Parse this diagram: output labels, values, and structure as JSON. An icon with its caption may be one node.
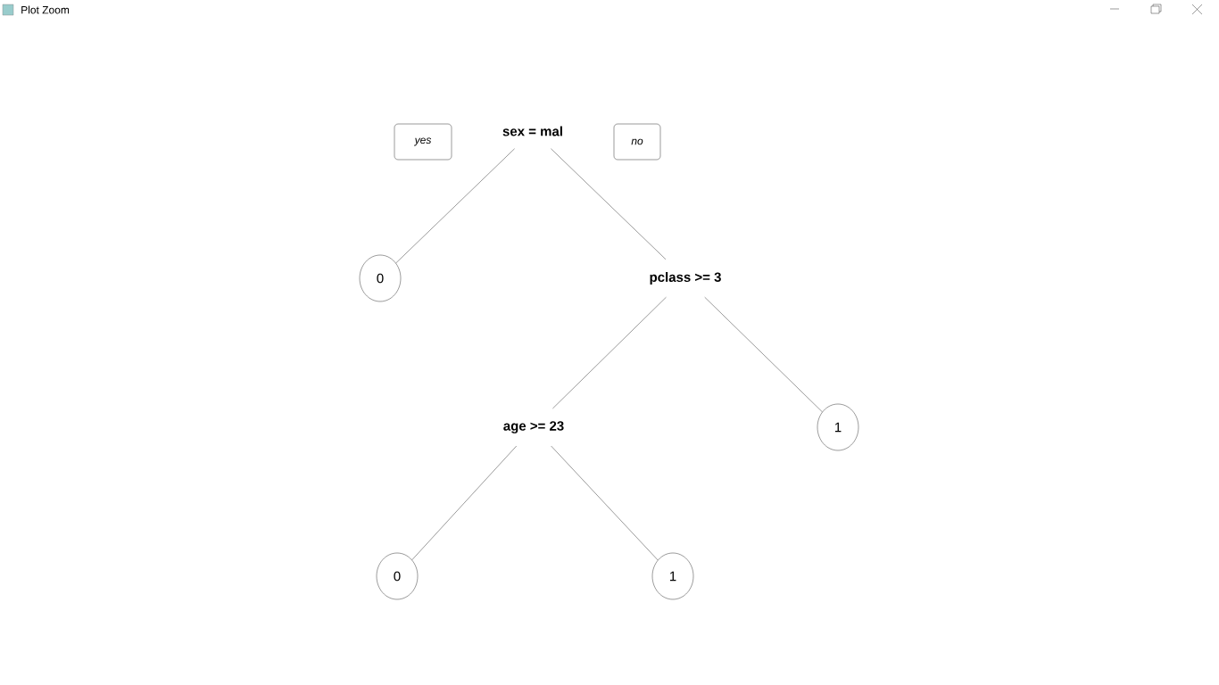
{
  "diagram": {
    "nodes": [
      {
        "text": [
          "yes"
        ]
      },
      {
        "text": [
          "sex = mal"
        ]
      },
      {
        "text": [
          "no"
        ]
      },
      {
        "text": [
          "0"
        ]
      },
      {
        "text": [
          "pclass >= 3"
        ]
      },
      {
        "text": [
          "age >= 23"
        ]
      },
      {
        "text": [
          "1"
        ]
      },
      {
        "text": [
          "0"
        ]
      },
      {
        "text": [
          "1"
        ]
      }
    ],
    "edges": [
      {
        "from": 1,
        "to": 3,
        "arrow": "none"
      },
      {
        "from": 1,
        "to": 4,
        "arrow": "none"
      },
      {
        "from": 4,
        "to": 5,
        "arrow": "none"
      },
      {
        "from": 4,
        "to": 6,
        "arrow": "none"
      },
      {
        "from": 5,
        "to": 7,
        "arrow": "none"
      },
      {
        "from": 5,
        "to": 8,
        "arrow": "none"
      }
    ],
    "labels": [
      "Plot Zoom"
    ]
  }
}
